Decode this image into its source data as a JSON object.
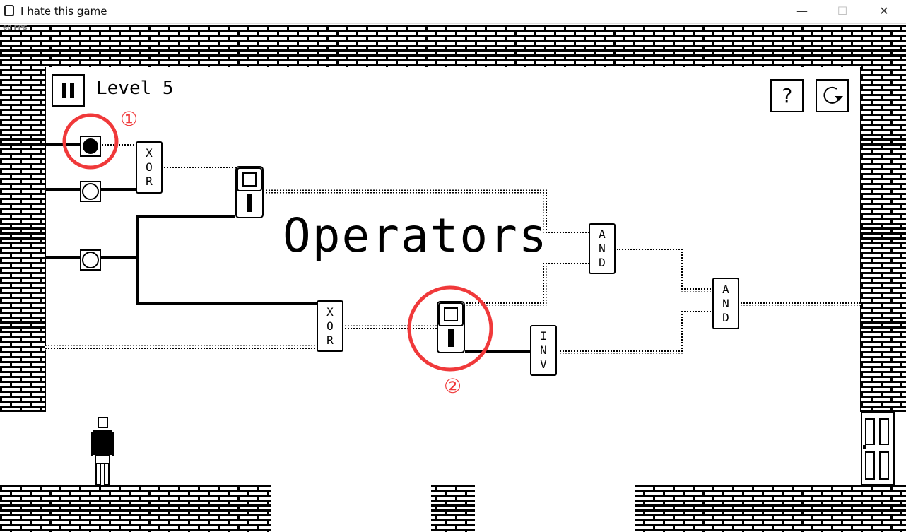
{
  "window": {
    "title": "I hate this game",
    "minimize": "—",
    "maximize": "☐",
    "close": "✕"
  },
  "hud": {
    "fps": "60 FPS",
    "level": "Level 5",
    "help_label": "?",
    "pause_icon": "pause-icon",
    "restart_icon": "restart-icon"
  },
  "puzzle": {
    "title": "Operators",
    "gates": [
      {
        "type": "XOR",
        "letters": [
          "X",
          "O",
          "R"
        ]
      },
      {
        "type": "XOR",
        "letters": [
          "X",
          "O",
          "R"
        ]
      },
      {
        "type": "AND",
        "letters": [
          "A",
          "N",
          "D"
        ]
      },
      {
        "type": "AND",
        "letters": [
          "A",
          "N",
          "D"
        ]
      },
      {
        "type": "INV",
        "letters": [
          "I",
          "N",
          "V"
        ]
      }
    ],
    "switches": [
      {
        "state": "on"
      },
      {
        "state": "off"
      },
      {
        "state": "off"
      }
    ],
    "levers": [
      {
        "state": "down"
      },
      {
        "state": "down"
      }
    ]
  },
  "annotations": [
    {
      "label": "①"
    },
    {
      "label": "②"
    }
  ],
  "colors": {
    "annotation": "#f0393a",
    "wall": "#000000",
    "background": "#ffffff"
  }
}
